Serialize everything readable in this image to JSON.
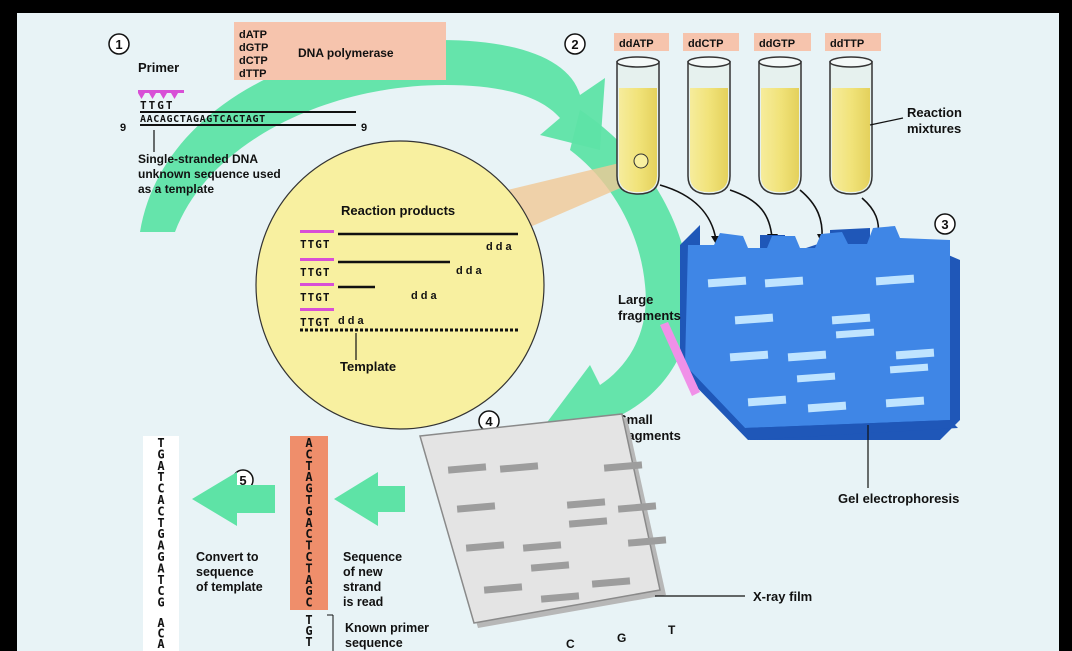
{
  "step_numbers": [
    "1",
    "2",
    "3",
    "4",
    "5"
  ],
  "step1": {
    "reagents": [
      "dATP",
      "dGTP",
      "dCTP",
      "dTTP"
    ],
    "enzyme": "DNA polymerase",
    "primer_label": "Primer",
    "primer_sequence": "TTGT",
    "template_sequence": "AACAGCTAGAGTCACTAGT",
    "end_label_left": "9",
    "end_label_right": "9",
    "template_caption": [
      "Single-stranded DNA",
      "unknown sequence used",
      "as a template"
    ]
  },
  "step2": {
    "tube_labels": [
      "ddATP",
      "ddCTP",
      "ddGTP",
      "ddTTP"
    ],
    "reaction_mixtures_label": [
      "Reaction",
      "mixtures"
    ]
  },
  "reaction_products": {
    "title": "Reaction products",
    "rows": [
      {
        "primer": "TTGT",
        "end": "d d a"
      },
      {
        "primer": "TTGT",
        "end": "d d a"
      },
      {
        "primer": "TTGT",
        "end": "d d a"
      },
      {
        "primer": "TTGT",
        "end": "d d a"
      }
    ],
    "template_label": "Template"
  },
  "step3": {
    "large_fragments": [
      "Large",
      "fragments"
    ],
    "small_fragments": [
      "Small",
      "fragments"
    ],
    "gel_label": "Gel electrophoresis"
  },
  "step4": {
    "film_label": "X-ray film",
    "lane_letters": [
      "C",
      "G",
      "T"
    ]
  },
  "step5": {
    "new_strand_sequence": [
      "A",
      "C",
      "T",
      "A",
      "G",
      "T",
      "G",
      "A",
      "C",
      "T",
      "C",
      "T",
      "A",
      "G",
      "C"
    ],
    "primer_sequence": [
      "T",
      "G",
      "T"
    ],
    "template_sequence": [
      "T",
      "G",
      "A",
      "T",
      "C",
      "A",
      "C",
      "T",
      "G",
      "A",
      "G",
      "A",
      "T",
      "C",
      "G"
    ],
    "template_tail": [
      "A",
      "C",
      "A"
    ],
    "read_caption": [
      "Sequence",
      "of new",
      "strand",
      "is read"
    ],
    "convert_caption": [
      "Convert to",
      "sequence",
      "of template"
    ],
    "known_primer_caption": [
      "Known primer",
      "sequence"
    ]
  },
  "colors": {
    "background": "#e8f3f6",
    "arrow": "#5ee3a6",
    "reagent_box": "#f6c4ad",
    "tube_liquid": "#f1e37a",
    "tube_glass": "#e6f1ee",
    "products_circle": "#f8f0a0",
    "gel": "#3f86e6",
    "gel_dark": "#1f57b8",
    "gel_band": "#bfe4ff",
    "film": "#e4e4e4",
    "film_band": "#9d9d9d",
    "new_strand_box": "#ef8e6b",
    "primer_pink": "#d84fd6",
    "fragment_bar": "#f090e8"
  }
}
